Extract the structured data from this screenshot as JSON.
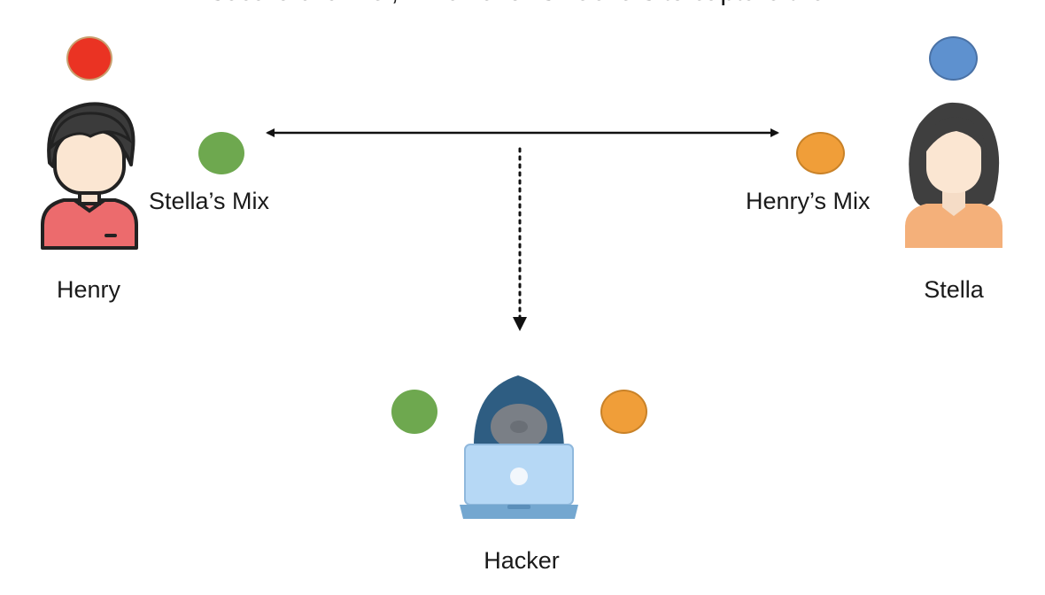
{
  "caption": "insecure channel, which allows hackers to capture them.",
  "colors": {
    "red": "#ea3323",
    "blue": "#5e91cf",
    "green": "#6ea84f",
    "orange": "#f09e39"
  },
  "people": {
    "henry": {
      "name": "Henry",
      "secret_color": "red",
      "icon": "man-avatar-icon"
    },
    "stella": {
      "name": "Stella",
      "secret_color": "blue",
      "icon": "woman-avatar-icon"
    },
    "hacker": {
      "name": "Hacker",
      "icon": "hacker-laptop-icon"
    }
  },
  "mixes": {
    "henry_receives": {
      "label": "Stella’s Mix",
      "color": "green"
    },
    "stella_receives": {
      "label": "Henry’s Mix",
      "color": "orange"
    },
    "hacker_captures": [
      "green",
      "orange"
    ]
  },
  "arrows": {
    "channel": "double-headed arrow between Henry and Stella",
    "interception": "dotted arrow down to Hacker"
  }
}
